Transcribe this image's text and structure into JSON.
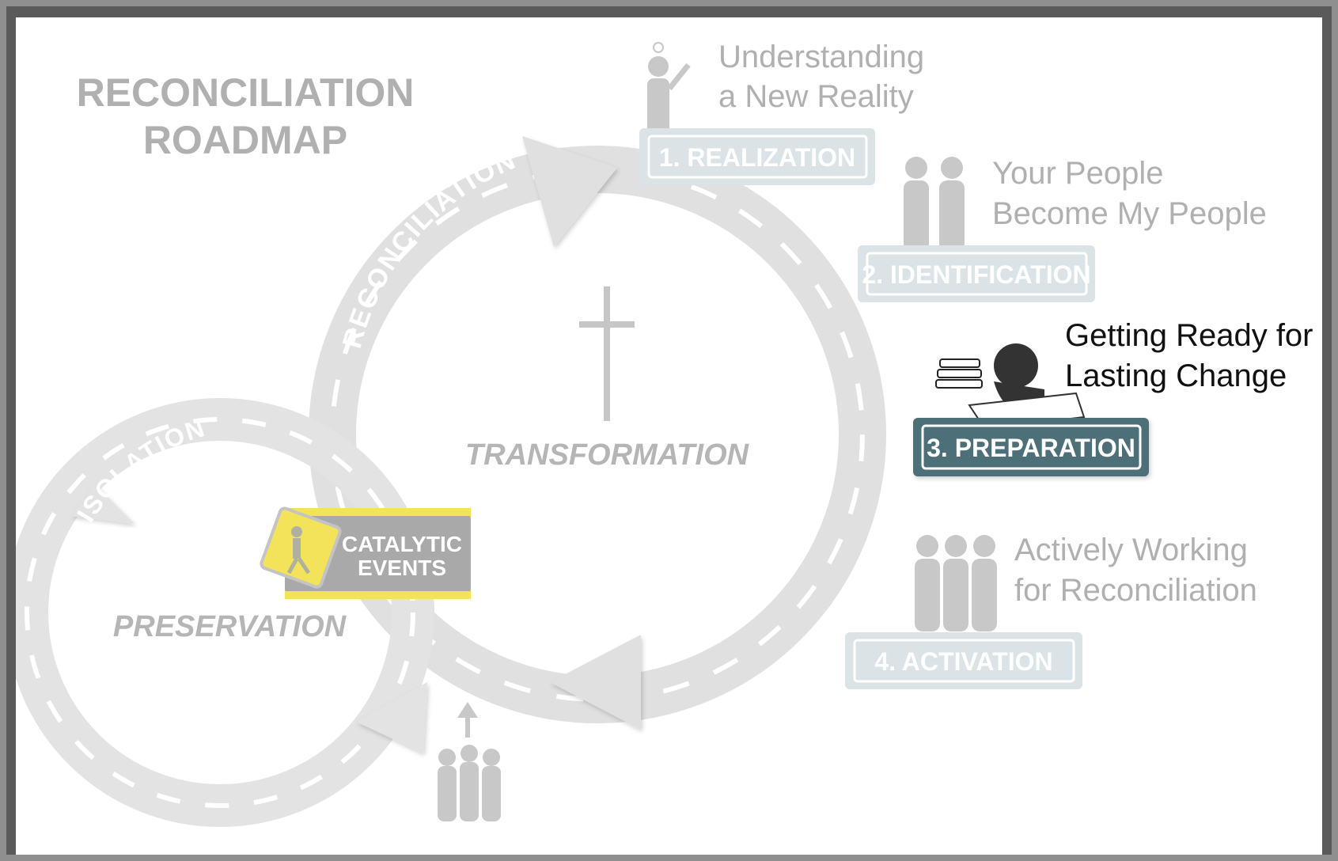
{
  "title": {
    "line1": "RECONCILIATION",
    "line2": "ROADMAP"
  },
  "road_labels": {
    "reconciliation": "RECONCILIATION",
    "isolation": "ISOLATION"
  },
  "centers": {
    "transformation": "TRANSFORMATION",
    "preservation": "PRESERVATION"
  },
  "catalytic": {
    "line1": "CATALYTIC",
    "line2": "EVENTS"
  },
  "stages": [
    {
      "label": "1. REALIZATION",
      "caption1": "Understanding",
      "caption2": "a New Reality",
      "active": false
    },
    {
      "label": "2. IDENTIFICATION",
      "caption1": "Your People",
      "caption2": "Become My People",
      "active": false
    },
    {
      "label": "3. PREPARATION",
      "caption1": "Getting Ready for",
      "caption2": "Lasting Change",
      "active": true
    },
    {
      "label": "4. ACTIVATION",
      "caption1": "Actively Working",
      "caption2": "for Reconciliation",
      "active": false
    }
  ],
  "colors": {
    "road": "#e0e0e0",
    "inactive_text": "#b0b0b0",
    "inactive_badge_fill": "#dbe3e6",
    "inactive_badge_text": "#ffffff",
    "active_badge_fill": "#4d6f78",
    "active_caption": "#111111",
    "caution_yellow": "#f2e35a"
  },
  "icons": [
    "cross-icon",
    "person-idea-icon",
    "two-people-icon",
    "reading-person-icon",
    "three-people-icon",
    "crowd-arrow-icon",
    "caution-sign-icon"
  ]
}
